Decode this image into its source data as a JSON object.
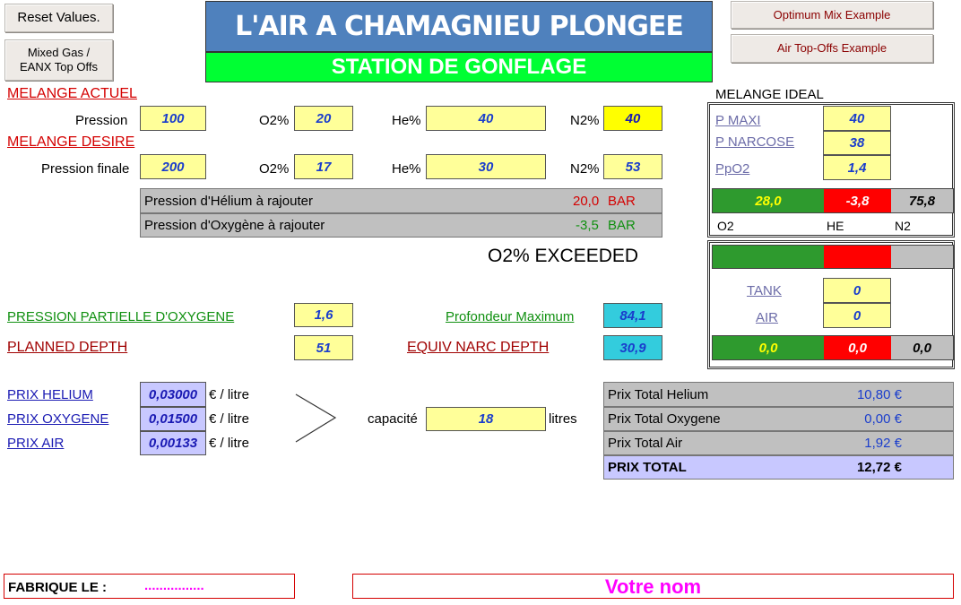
{
  "buttons": {
    "reset": "Reset  Values.",
    "mixed_gas_line1": "Mixed Gas /",
    "mixed_gas_line2": "EANX  Top Offs",
    "optimum": "Optimum Mix Example",
    "air_topoffs": "Air Top-Offs Example"
  },
  "header": {
    "title": "L'AIR A CHAMAGNIEU PLONGEE",
    "subtitle": "STATION DE GONFLAGE"
  },
  "melange_actuel": {
    "heading": "MELANGE ACTUEL",
    "pression_label": "Pression",
    "pression": "100",
    "o2_label": "O2%",
    "o2": "20",
    "he_label": "He%",
    "he": "40",
    "n2_label": "N2%",
    "n2": "40"
  },
  "melange_desire": {
    "heading": "MELANGE DESIRE",
    "pression_label": "Pression finale",
    "pression": "200",
    "o2_label": "O2%",
    "o2": "17",
    "he_label": "He%",
    "he": "30",
    "n2_label": "N2%",
    "n2": "53"
  },
  "results": {
    "helium_label": "Pression d'Hélium à rajouter",
    "helium_value": "20,0",
    "helium_unit": "BAR",
    "oxygen_label": "Pression d'Oxygène à rajouter",
    "oxygen_value": "-3,5",
    "oxygen_unit": "BAR",
    "warning": "O2% EXCEEDED"
  },
  "melange_ideal": {
    "heading": "MELANGE IDEAL",
    "p_maxi_label": "P MAXI",
    "p_maxi": "40",
    "p_narcose_label": "P NARCOSE",
    "p_narcose": "38",
    "ppo2_label": "PpO2",
    "ppo2": "1,4",
    "o2_val": "28,0",
    "he_val": "-3,8",
    "n2_val": "75,8",
    "o2_label": "O2",
    "he_label": "HE",
    "n2_label": "N2"
  },
  "tank_panel": {
    "tank_label": "TANK",
    "tank": "0",
    "air_label": "AIR",
    "air": "0",
    "o2_val": "0,0",
    "he_val": "0,0",
    "n2_val": "0,0"
  },
  "depth": {
    "ppo2_label": "PRESSION PARTIELLE D'OXYGENE",
    "ppo2": "1,6",
    "planned_label": "PLANNED DEPTH",
    "planned": "51",
    "max_label": "Profondeur Maximum",
    "max": "84,1",
    "end_label": "EQUIV NARC DEPTH",
    "end": "30,9"
  },
  "prices": {
    "helium_label": "PRIX   HELIUM",
    "helium": "0,03000",
    "oxygen_label": "PRIX   OXYGENE",
    "oxygen": "0,01500",
    "air_label": "PRIX AIR",
    "air": "0,00133",
    "unit": "€ /  litre",
    "capacite_label": "capacité",
    "capacite": "18",
    "litres_label": "litres"
  },
  "totals": {
    "helium_label": "Prix Total Helium",
    "helium": "10,80 €",
    "oxygen_label": "Prix Total Oxygene",
    "oxygen": "0,00 €",
    "air_label": "Prix Total Air",
    "air": "1,92 €",
    "total_label": "PRIX  TOTAL",
    "total": "12,72 €"
  },
  "footer": {
    "fabrique_label": "FABRIQUE  LE :",
    "fabrique_value": "................",
    "name": "Votre nom"
  },
  "colors": {
    "title_bg": "#4f81bd",
    "subtitle_bg": "#00ff33",
    "input_cell": "#ffff99",
    "green": "#2e9a2e",
    "red": "#ff0000",
    "grey": "#c0c0c0",
    "magenta": "#ff00ff"
  }
}
